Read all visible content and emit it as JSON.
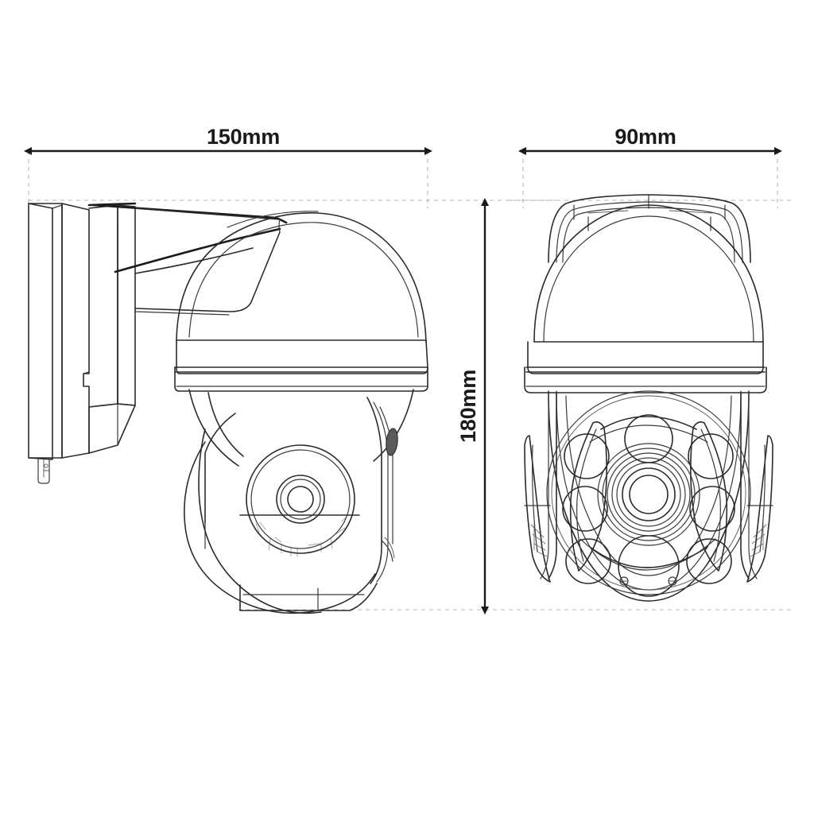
{
  "drawing": {
    "title": "PTZ Dome Camera Dimension Drawing",
    "background_color": "#ffffff",
    "line_color": "#2b2b2b",
    "dimension_color": "#1a1a1a",
    "extension_line_color": "#b4b4b4"
  },
  "dimensions": {
    "width_side": {
      "label": "150mm",
      "orientation": "horizontal",
      "view": "side-view"
    },
    "width_front": {
      "label": "90mm",
      "orientation": "horizontal",
      "view": "front-view"
    },
    "height": {
      "label": "180mm",
      "orientation": "vertical",
      "view": "side-view"
    }
  },
  "views": [
    {
      "name": "side-view",
      "description": "Side profile of wall-mounted PTZ dome camera with bracket",
      "parts": [
        "wall-mount-plate",
        "mounting-arm",
        "dome-housing",
        "housing-band",
        "lens-module",
        "pan-base",
        "cable-stub"
      ]
    },
    {
      "name": "front-view",
      "description": "Front elevation of PTZ dome camera showing lens and IR LEDs",
      "parts": [
        "sunshield-visor",
        "dome-housing",
        "housing-band",
        "camera-face",
        "lens-assembly",
        "ir-led-array",
        "status-indicator",
        "microphone-port",
        "left-yoke-arm",
        "right-yoke-arm"
      ]
    }
  ],
  "components": {
    "ir_led_count": 6,
    "top_sensor_count": 1,
    "bottom_sensor_count": 1,
    "screw_mark_count": 2,
    "lens_ring_count": 6
  }
}
